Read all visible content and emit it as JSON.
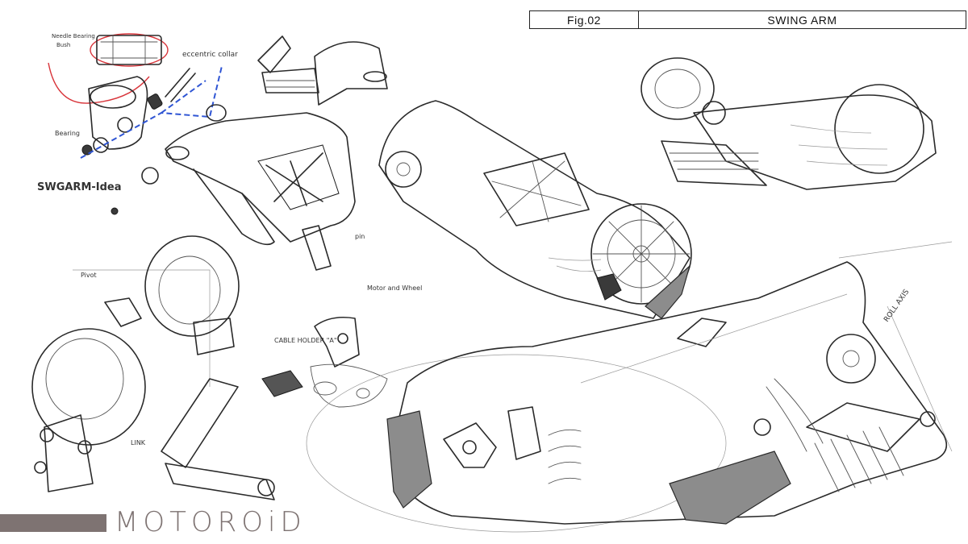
{
  "header": {
    "figure": "Fig.02",
    "title": "SWING ARM"
  },
  "brand": {
    "name": "MOTOROiD",
    "color": "#7e7372"
  },
  "annotations": {
    "needle_bearing": "Needle Bearing",
    "bush": "Bush",
    "eccentric_collar": "eccentric collar",
    "bearing": "Bearing",
    "swingarm_idea": "SWGARM-Idea",
    "pin": "pin",
    "motor_wheel": "Motor and Wheel",
    "pivot": "Pivot",
    "link": "LINK",
    "cable_holder": "CABLE HOLDER \"A\"",
    "roll_axis": "ROLL AXIS"
  }
}
